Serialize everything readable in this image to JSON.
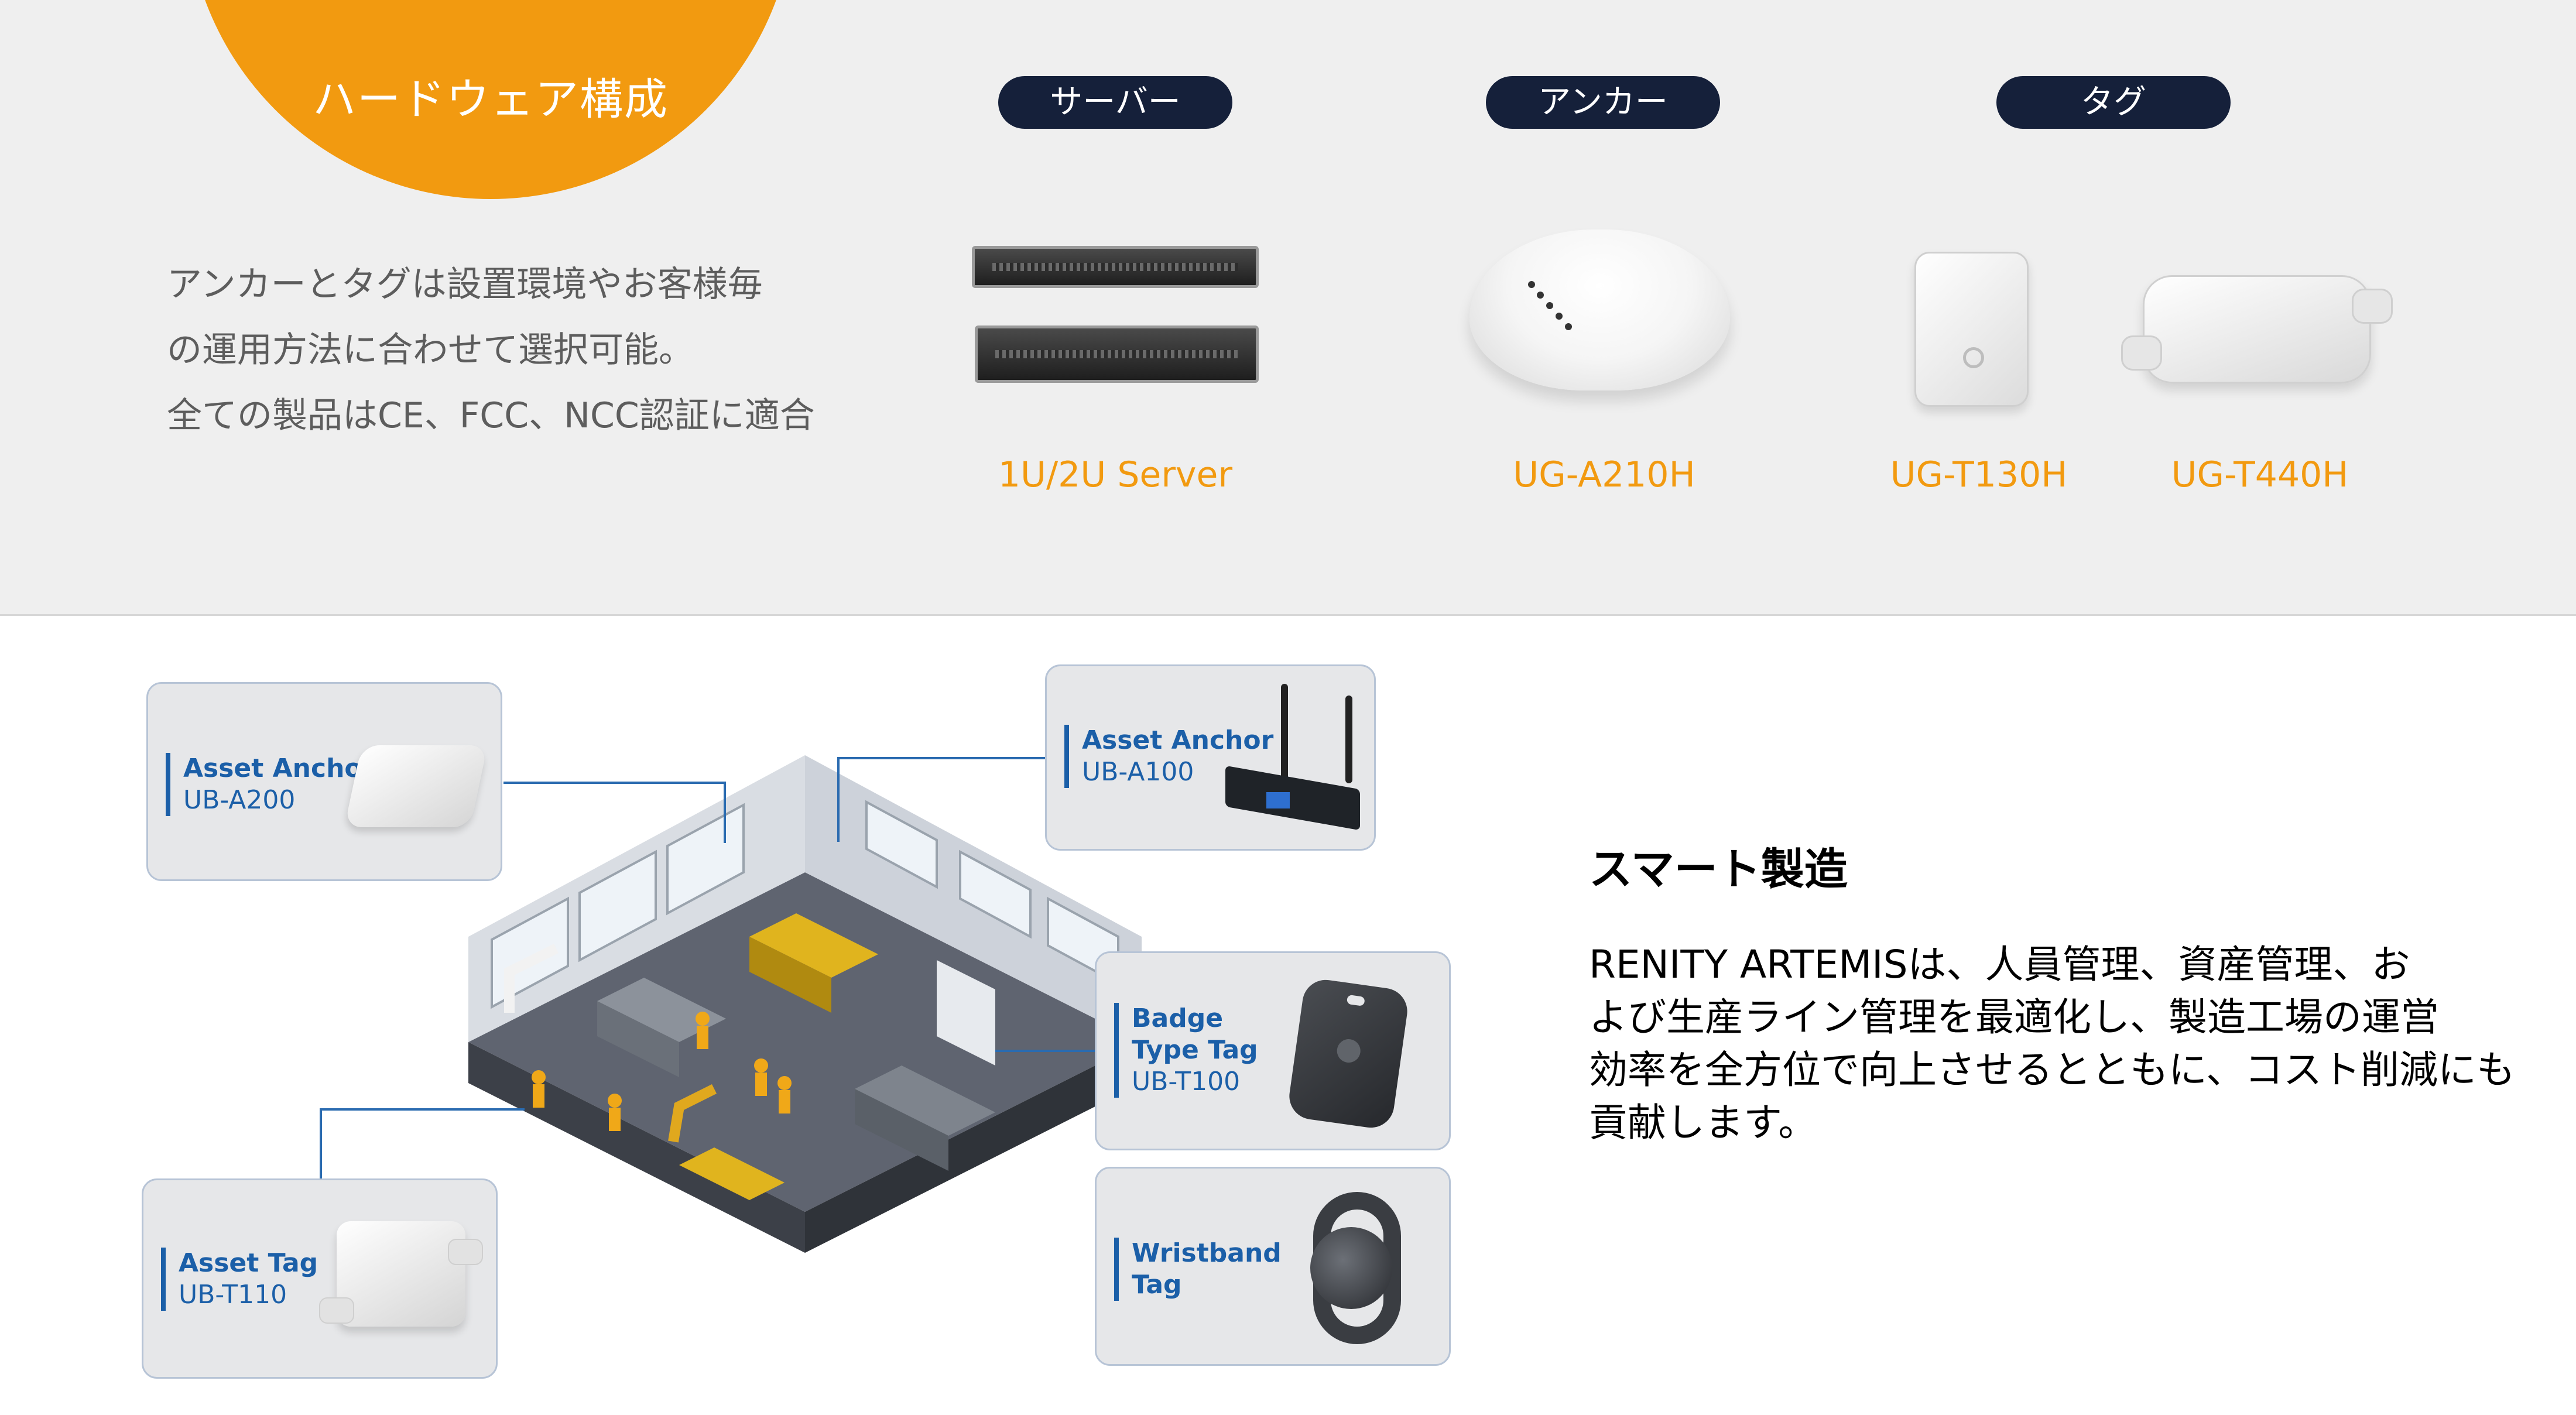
{
  "hardware": {
    "title": "ハードウェア構成",
    "description": [
      "アンカーとタグは設置環境やお客様毎",
      "の運用方法に合わせて選択可能。",
      "全ての製品はCE、FCC、NCC認証に適合"
    ],
    "categories": {
      "server": "サーバー",
      "anchor": "アンカー",
      "tag": "タグ"
    },
    "models": {
      "server": "1U/2U Server",
      "anchor": "UG-A210H",
      "tag1": "UG-T130H",
      "tag2": "UG-T440H"
    },
    "colors": {
      "accent": "#f29a10",
      "pill": "#15203a",
      "callout_text": "#1b5fa8"
    }
  },
  "callouts": {
    "asset_anchor_a200": {
      "title": "Asset Anchor",
      "model": "UB-A200"
    },
    "asset_anchor_a100": {
      "title": "Asset Anchor",
      "model": "UB-A100"
    },
    "badge_tag": {
      "title_line1": "Badge",
      "title_line2": "Type Tag",
      "model": "UB-T100"
    },
    "asset_tag": {
      "title": "Asset Tag",
      "model": "UB-T110"
    },
    "wristband_tag": {
      "title_line1": "Wristband",
      "title_line2": "Tag"
    }
  },
  "smart_manufacturing": {
    "title": "スマート製造",
    "body": [
      "RENITY ARTEMISは、人員管理、資産管理、お",
      "よび生産ライン管理を最適化し、製造工場の運営",
      "効率を全方位で向上させるとともに、コスト削減にも",
      "貢献します。"
    ]
  }
}
